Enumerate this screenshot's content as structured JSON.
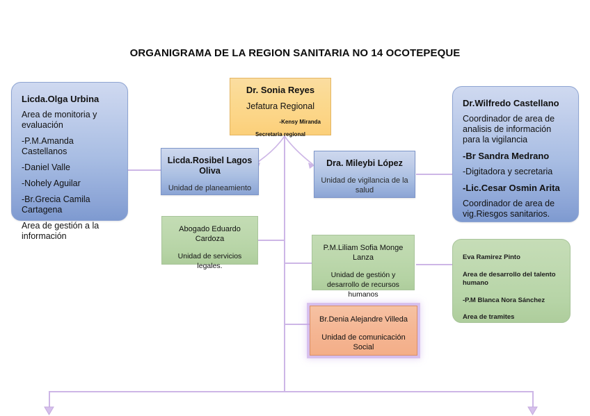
{
  "title": "ORGANIGRAMA DE LA REGION SANITARIA NO 14 OCOTEPEQUE",
  "colors": {
    "blue_node": "#a8bde3",
    "green_node": "#b6d4a6",
    "orange_node": "#fbd68a",
    "salmon_node": "#f4ae88",
    "connector": "#cdb6e6",
    "glow": "#c3a0e6",
    "text": "#111111"
  },
  "nodes": {
    "jefatura": {
      "name": "Dr. Sonia Reyes",
      "role": "Jefatura Regional",
      "assistant": "-Kensy Miranda",
      "assistant_role": "Secretaria regional"
    },
    "monitoria": {
      "name": "Licda.Olga Urbina",
      "area": "Area de monitoria y evaluación",
      "staff": [
        "-P.M.Amanda Castellanos",
        "-Daniel Valle",
        "-Nohely Aguilar",
        "-Br.Grecia Camila Cartagena"
      ],
      "area2": "Area de gestión a la información"
    },
    "vigilancia_analisis": {
      "name": "Dr.Wilfredo Castellano",
      "role": "Coordinador de area de analisis de información para la vigilancia",
      "staff_name": "-Br Sandra Medrano",
      "staff_role": "-Digitadora y secretaria",
      "staff_name2": "-Lic.Cesar Osmin Arita",
      "staff_role2": "Coordinador de area de vig.Riesgos sanitarios."
    },
    "planeamiento": {
      "name": "Licda.Rosibel Lagos Oliva",
      "unit": "Unidad de planeamiento"
    },
    "vigilancia_salud": {
      "name": "Dra. Mileybi López",
      "unit": "Unidad de vigilancia de la salud"
    },
    "legales": {
      "name": "Abogado Eduardo Cardoza",
      "unit": "Unidad de servicios legales."
    },
    "recursos_humanos": {
      "name": "P.M.Liliam Sofia Monge Lanza",
      "unit": "Unidad de gestión y desarrollo de recursos humanos"
    },
    "comunicacion": {
      "name": "Br.Denia Alejandre Villeda",
      "unit": "Unidad de comunicación Social"
    },
    "talento": {
      "name": "Eva Ramirez Pinto",
      "area": "Area de desarrollo del talento humano",
      "staff": "-P.M Blanca Nora Sánchez",
      "area2": "Area de tramites"
    }
  }
}
